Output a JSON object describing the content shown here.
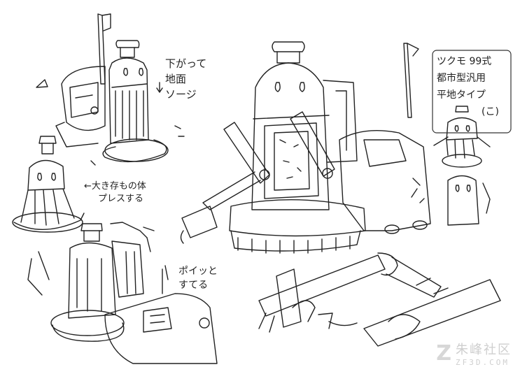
{
  "notes": {
    "top_annotation_1": "下がって",
    "top_annotation_2": "地面",
    "top_annotation_3": "ソージ",
    "middle_annotation_1": "←大き存もの体",
    "middle_annotation_2": "プレスする",
    "right_annotation_1": "ポイッと",
    "right_annotation_2": "すてる",
    "title_line_1": "ツクモ 99式",
    "title_line_2": "都市型汎用",
    "title_line_3": "平地タイプ",
    "title_line_4": "(こ)"
  },
  "watermark": {
    "mark": "Z",
    "name": "朱峰社区",
    "url": "ZF3D.COM"
  },
  "colors": {
    "ink": "#222222",
    "paper": "#ffffff",
    "watermark": "#d0d0d0"
  }
}
